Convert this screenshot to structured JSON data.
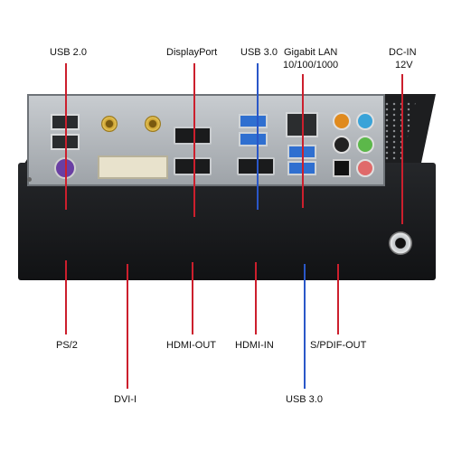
{
  "labels": {
    "usb2": "USB 2.0",
    "displayport": "DisplayPort",
    "usb3_top": "USB 3.0",
    "gigabit_lan_line1": "Gigabit LAN",
    "gigabit_lan_line2": "10/100/1000",
    "dc_in_line1": "DC-IN",
    "dc_in_line2": "12V",
    "ps2": "PS/2",
    "hdmi_out": "HDMI-OUT",
    "hdmi_in": "HDMI-IN",
    "spdif_out": "S/PDIF-OUT",
    "dvi_i": "DVI-I",
    "usb3_bottom": "USB 3.0"
  },
  "colors": {
    "leader_red": "#cc1f2d",
    "leader_blue": "#2a57c8",
    "chassis": "#1d1e20",
    "io_plate": "#b4b8bc"
  }
}
